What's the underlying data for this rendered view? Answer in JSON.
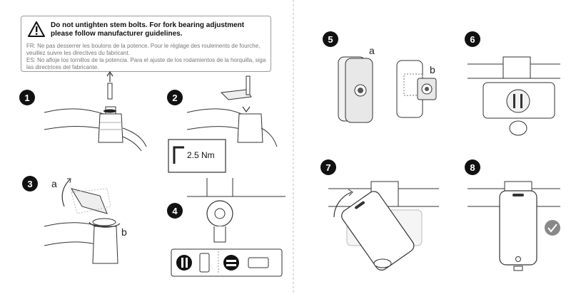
{
  "warning": {
    "icon": "warning-icon",
    "title": "Do not untighten stem bolts. For fork bearing adjustment please follow manufacturer guidelines.",
    "fr": "FR: Ne pas desserrer les boulons de la potence. Pour le réglage des roulements de fourche, veuillez suivre les directives du fabricant.",
    "es": "ES: No afloje los tornillos de la potencia. Para el ajuste de los rodamientos de la horquilla, siga las directrices del fabricante."
  },
  "steps": {
    "s1": "1",
    "s2": "2",
    "s3": "3",
    "s4": "4",
    "s5": "5",
    "s6": "6",
    "s7": "7",
    "s8": "8"
  },
  "labels": {
    "step2_torque": "2.5 Nm",
    "step3_a": "a",
    "step3_b": "b",
    "step5_a": "a",
    "step5_b": "b"
  },
  "icons": [
    "warning-icon",
    "allen-key-icon",
    "check-icon",
    "rotate-arrow-icon",
    "up-arrow-icon"
  ]
}
